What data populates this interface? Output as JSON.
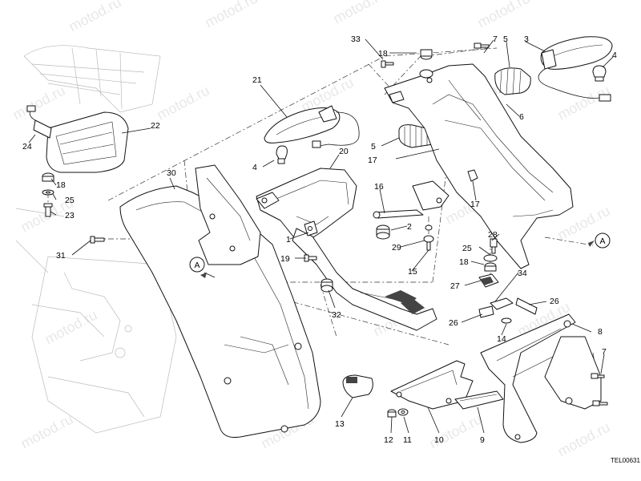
{
  "watermark": "motod.ru",
  "drawing_code": "TEL00631",
  "section_marker": "A",
  "callouts": {
    "c1": "1",
    "c2": "2",
    "c3": "3",
    "c4a": "4",
    "c4b": "4",
    "c5a": "5",
    "c5b": "5",
    "c6": "6",
    "c7a": "7",
    "c7b": "7",
    "c8": "8",
    "c9": "9",
    "c10": "10",
    "c11": "11",
    "c12": "12",
    "c13": "13",
    "c14": "14",
    "c15": "15",
    "c16": "16",
    "c17a": "17",
    "c17b": "17",
    "c18a": "18",
    "c18b": "18",
    "c18c": "18",
    "c19": "19",
    "c20": "20",
    "c21": "21",
    "c22": "22",
    "c23": "23",
    "c24": "24",
    "c25a": "25",
    "c25b": "25",
    "c26a": "26",
    "c26b": "26",
    "c27": "27",
    "c28": "28",
    "c29": "29",
    "c30": "30",
    "c31": "31",
    "c32": "32",
    "c33": "33",
    "c34": "34"
  }
}
